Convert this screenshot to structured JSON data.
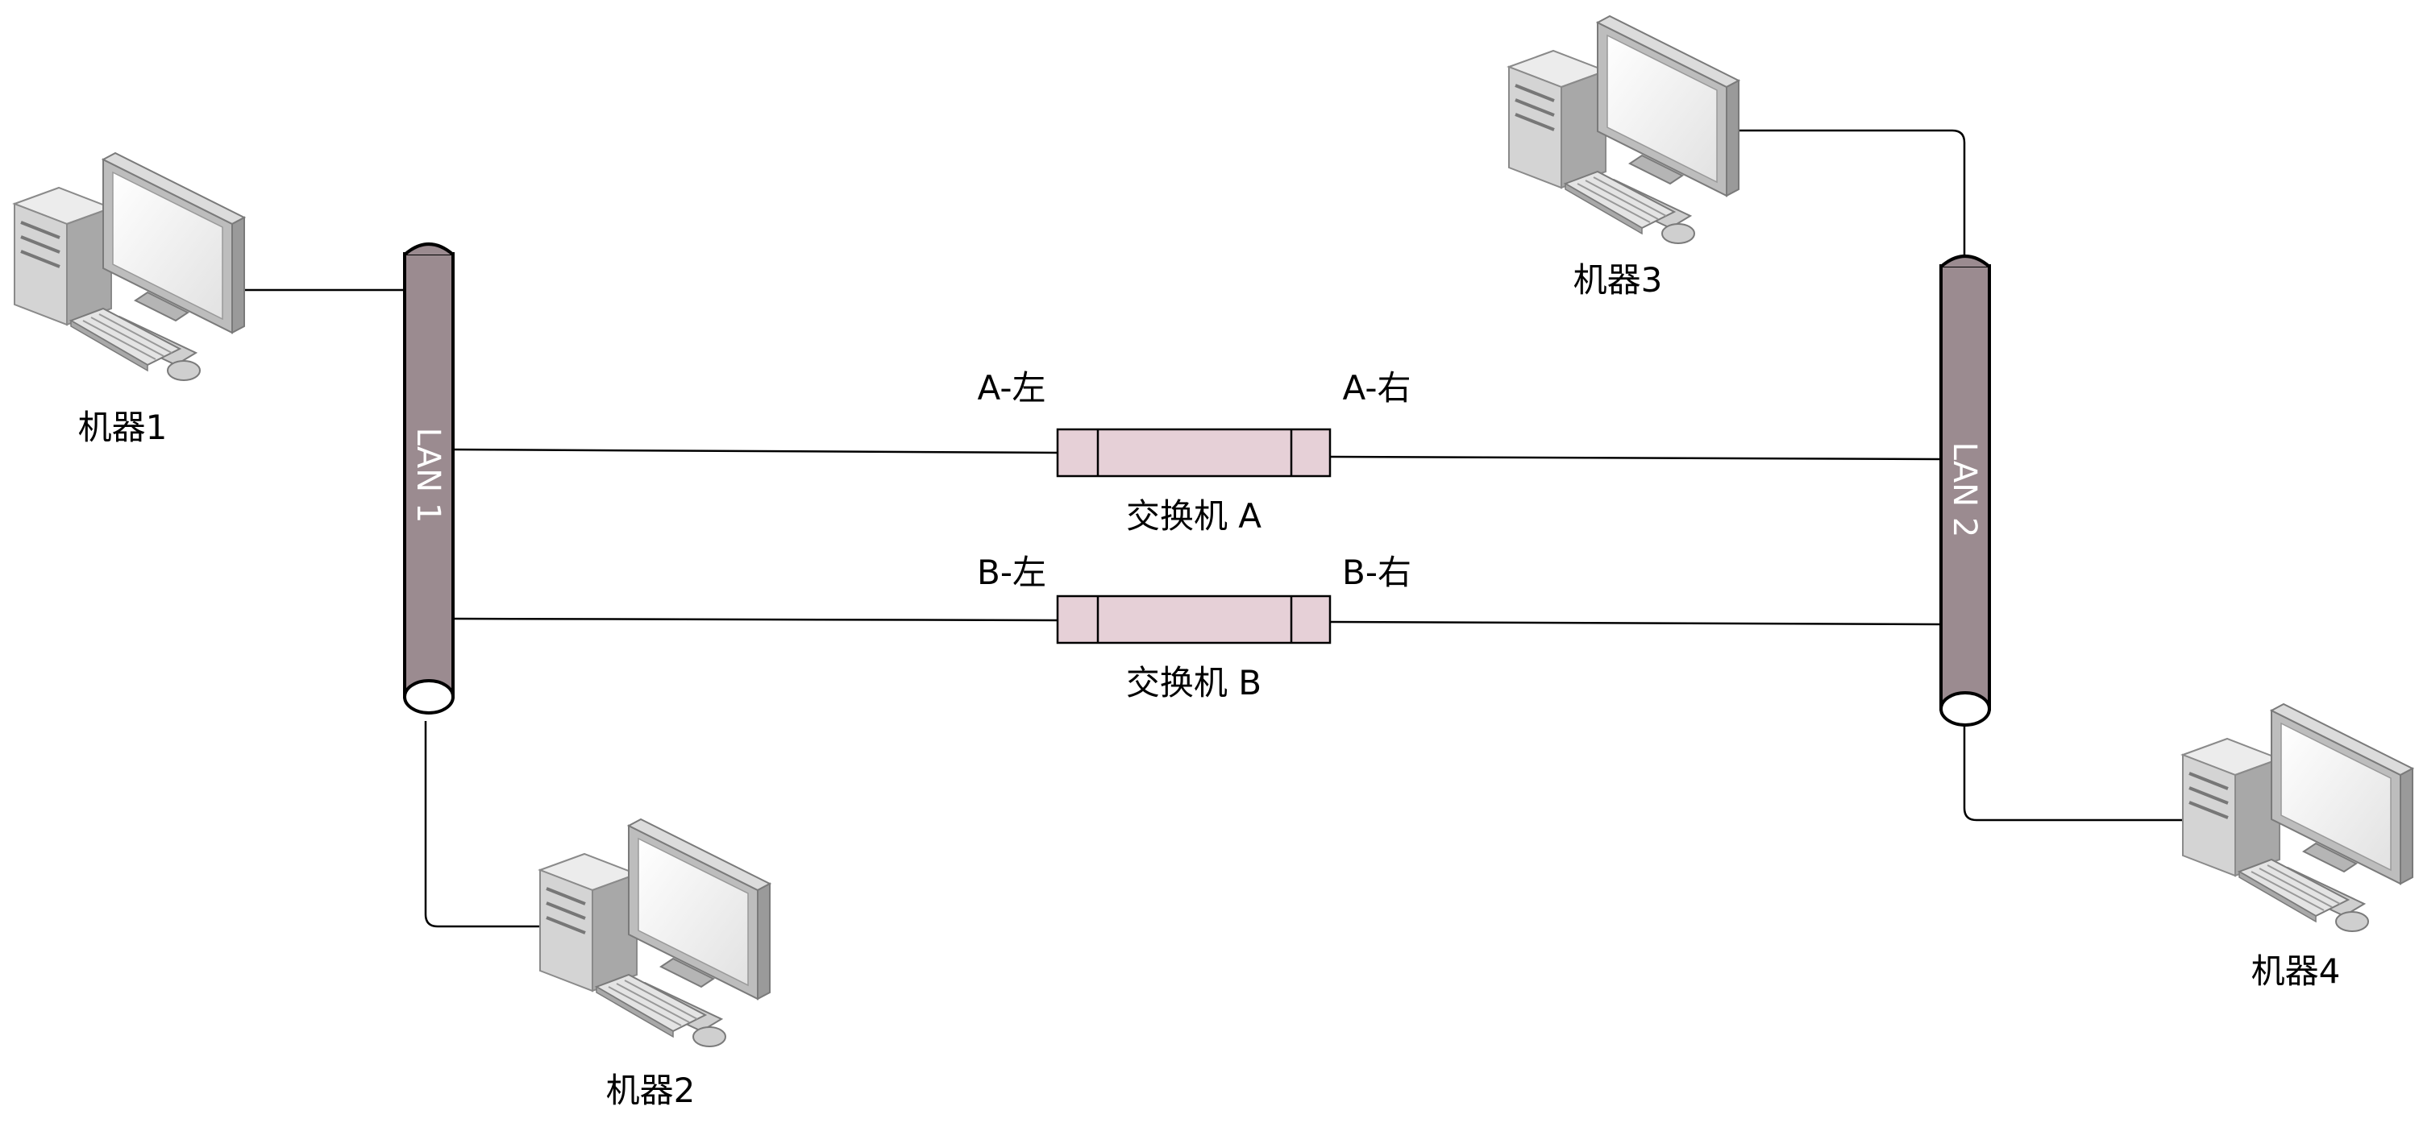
{
  "machines": [
    {
      "id": "m1",
      "label": "机器1"
    },
    {
      "id": "m2",
      "label": "机器2"
    },
    {
      "id": "m3",
      "label": "机器3"
    },
    {
      "id": "m4",
      "label": "机器4"
    }
  ],
  "lans": [
    {
      "id": "lan1",
      "label": "LAN 1"
    },
    {
      "id": "lan2",
      "label": "LAN 2"
    }
  ],
  "switches": [
    {
      "id": "swA",
      "label": "交换机 A",
      "left_port": "A-左",
      "right_port": "A-右"
    },
    {
      "id": "swB",
      "label": "交换机 B",
      "left_port": "B-左",
      "right_port": "B-右"
    }
  ],
  "colors": {
    "lan_fill": "#9b8b90",
    "switch_fill": "#e6d0d7",
    "line": "#000000"
  }
}
